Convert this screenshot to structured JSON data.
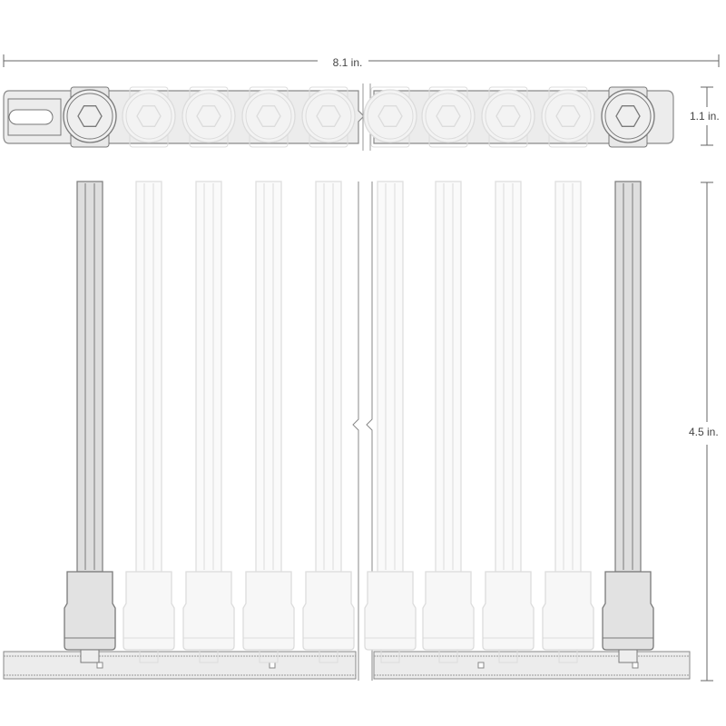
{
  "dimensions": {
    "width_label": "8.1 in.",
    "rail_height_label": "1.1 in.",
    "bit_height_label": "4.5 in."
  },
  "sockets": {
    "count": 10,
    "highlighted": [
      0,
      9
    ]
  },
  "colors": {
    "dark_stroke": "#7a7a7a",
    "dark_fill": "#e2e2e2",
    "light_stroke": "#dcdcdc",
    "light_fill": "#f7f7f7",
    "rail_fill": "#ececec",
    "dim_line": "#666666"
  }
}
